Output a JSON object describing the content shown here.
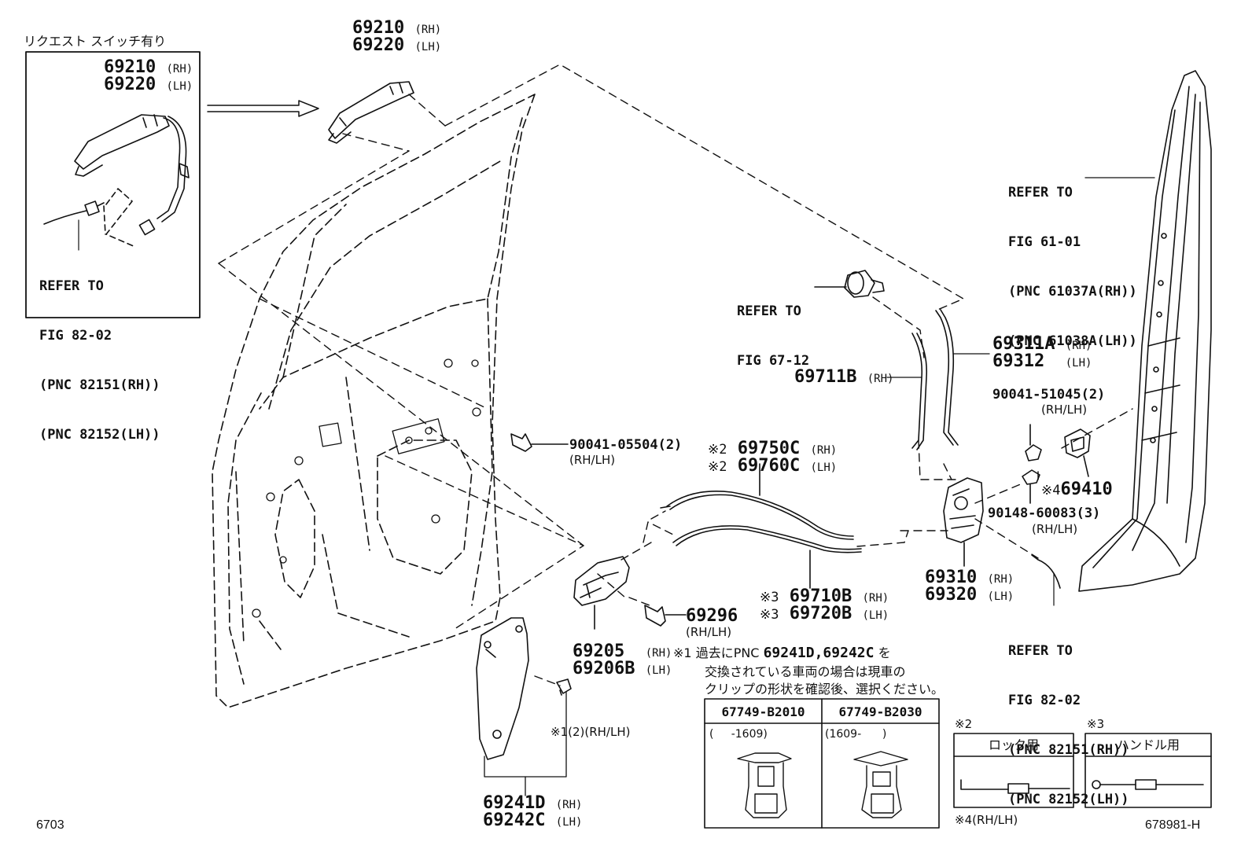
{
  "inset": {
    "header": "リクエスト スイッチ有り",
    "part_rh": "69210",
    "part_lh": "69220",
    "rh": "(RH)",
    "lh": "(LH)",
    "refer": [
      "REFER TO",
      "FIG 82-02",
      "(PNC 82151(RH))",
      "(PNC 82152(LH))"
    ]
  },
  "labels": {
    "handle_top": {
      "rh": "69210",
      "lh": "69220",
      "rh_tag": "(RH)",
      "lh_tag": "(LH)"
    },
    "pillar_refer": [
      "REFER TO",
      "FIG 61-01",
      "(PNC 61037A(RH))",
      "(PNC 61038A(LH))"
    ],
    "cyl_refer": [
      "REFER TO",
      "FIG 67-12"
    ],
    "rod_311": {
      "rh": "69311A",
      "lh": "69312",
      "rh_tag": "(RH)",
      "lh_tag": "(LH)"
    },
    "rod_711": {
      "part": "69711B",
      "tag": "(RH)"
    },
    "bolt_51045": {
      "part": "90041-51045(2)",
      "tag": "(RH/LH)"
    },
    "striker": {
      "mark": "※4",
      "part": "69410"
    },
    "screw_60083": {
      "part": "90148-60083(3)",
      "tag": "(RH/LH)"
    },
    "bolt_05504": {
      "part": "90041-05504(2)",
      "tag": "(RH/LH)"
    },
    "cable_750": {
      "mark": "※2",
      "rh": "69750C",
      "lh": "69760C",
      "rh_tag": "(RH)",
      "lh_tag": "(LH)"
    },
    "cable_710": {
      "mark": "※3",
      "rh": "69710B",
      "lh": "69720B",
      "rh_tag": "(RH)",
      "lh_tag": "(LH)"
    },
    "lock": {
      "rh": "69310",
      "lh": "69320",
      "rh_tag": "(RH)",
      "lh_tag": "(LH)"
    },
    "lock_refer": [
      "REFER TO",
      "FIG 82-02",
      "(PNC 82151(RH))",
      "(PNC 82152(LH))"
    ],
    "bolt_296": {
      "part": "69296",
      "tag": "(RH/LH)"
    },
    "inner_handle": {
      "rh": "69205",
      "lh": "69206B",
      "rh_tag": "(RH)",
      "lh_tag": "(LH)"
    },
    "clip_note": {
      "mark": "※1",
      "qty": "(2)(RH/LH)"
    },
    "panel": {
      "rh": "69241D",
      "lh": "69242C",
      "rh_tag": "(RH)",
      "lh_tag": "(LH)"
    }
  },
  "note1": {
    "mark": "※1",
    "line1_pre": "過去にPNC",
    "line1_parts": "69241D,69242C",
    "line1_post": "を",
    "line2": "交換されている車両の場合は現車の",
    "line3": "クリップの形状を確認後、選択ください。"
  },
  "clip_table": {
    "col1": {
      "part": "67749-B2010",
      "range": "(     -1609)"
    },
    "col2": {
      "part": "67749-B2030",
      "range": "(1609-      )"
    }
  },
  "legend2": {
    "mark": "※2",
    "title": "ロック用"
  },
  "legend3": {
    "mark": "※3",
    "title": "ハンドル用"
  },
  "legend4": {
    "mark": "※4",
    "tag": "(RH/LH)"
  },
  "footer": {
    "left": "6703",
    "right": "678981-H"
  }
}
